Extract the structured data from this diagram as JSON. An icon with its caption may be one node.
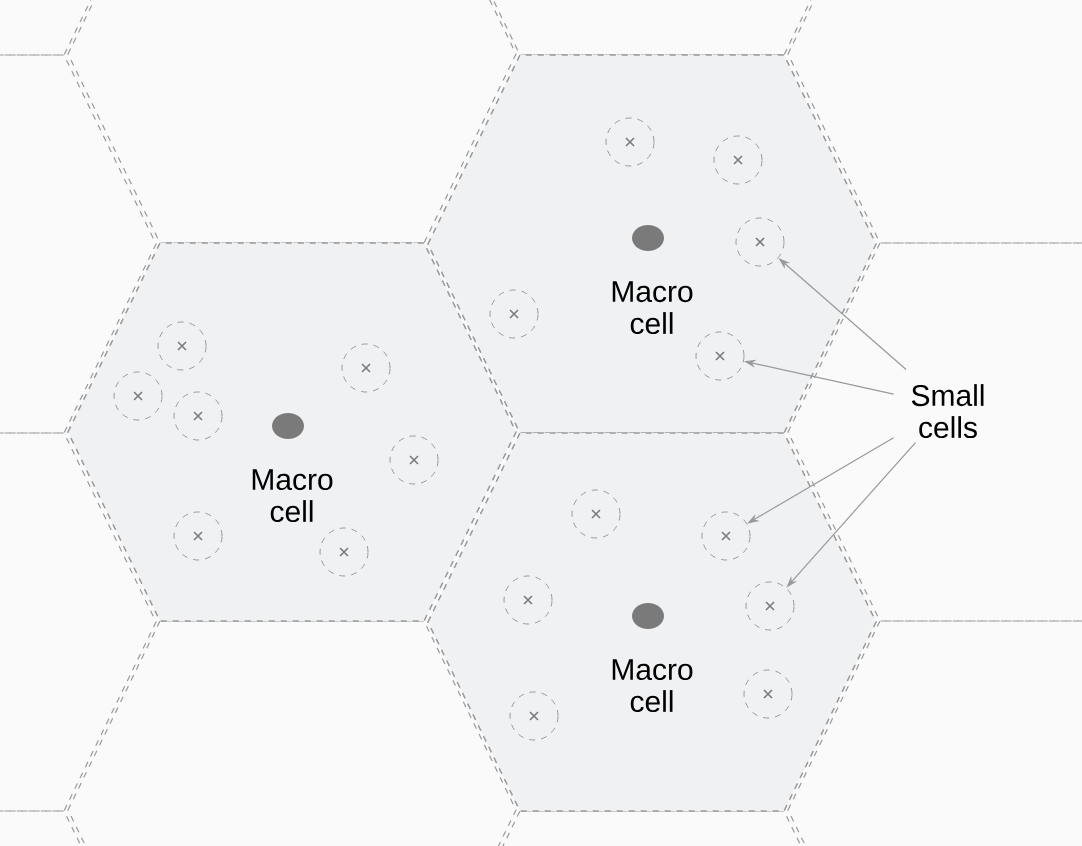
{
  "diagram": {
    "nodes": [
      {
        "text": [
          "Macro cell"
        ]
      },
      {
        "text": [
          "Macro cell"
        ]
      },
      {
        "text": [
          "Macro cell"
        ]
      },
      {
        "text": [],
        "shape": "circle",
        "in": 0
      },
      {
        "text": [],
        "shape": "circle",
        "in": 0
      },
      {
        "text": [],
        "shape": "circle",
        "in": 0
      },
      {
        "text": [],
        "shape": "circle",
        "in": 0
      },
      {
        "text": [],
        "shape": "circle",
        "in": 0
      },
      {
        "text": [],
        "shape": "circle",
        "in": 1
      },
      {
        "text": [],
        "shape": "circle",
        "in": 1
      },
      {
        "text": [],
        "shape": "circle",
        "in": 1
      },
      {
        "text": [],
        "shape": "circle",
        "in": 1
      },
      {
        "text": [],
        "shape": "circle",
        "in": 1
      },
      {
        "text": [],
        "shape": "circle",
        "in": 1
      },
      {
        "text": [],
        "shape": "circle",
        "in": 1
      },
      {
        "text": [],
        "shape": "circle",
        "in": 2
      },
      {
        "text": [],
        "shape": "circle",
        "in": 2
      },
      {
        "text": [],
        "shape": "circle",
        "in": 2
      },
      {
        "text": [],
        "shape": "circle",
        "in": 2
      },
      {
        "text": [],
        "shape": "circle",
        "in": 2
      },
      {
        "text": [],
        "shape": "circle",
        "in": 2
      },
      {
        "text": [
          "Small cells"
        ]
      }
    ],
    "edges": [
      {
        "from": 21,
        "to": 5,
        "arrow": "to"
      },
      {
        "from": 21,
        "to": 7,
        "arrow": "to"
      },
      {
        "from": 21,
        "to": 16,
        "arrow": "to"
      },
      {
        "from": 21,
        "to": 18,
        "arrow": "to"
      }
    ]
  }
}
